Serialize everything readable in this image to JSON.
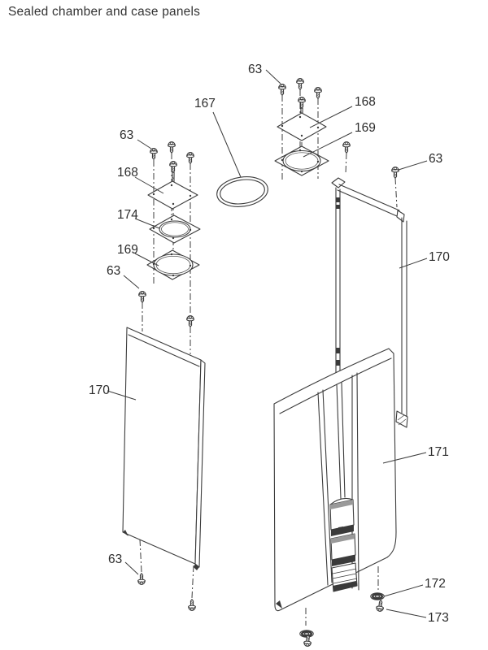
{
  "page": {
    "title": "Sealed chamber and case panels"
  },
  "diagram": {
    "part_refs": [
      "63",
      "167",
      "168",
      "169",
      "170",
      "171",
      "172",
      "173",
      "174"
    ],
    "callouts": {
      "top_right_screws": "63",
      "o_ring": "167",
      "top_right_plate": "168",
      "top_right_flange": "169",
      "right_panel_screw": "63",
      "top_left_screws": "63",
      "top_left_plate": "168",
      "gasket": "174",
      "top_left_flange": "169",
      "left_panel_screw_top": "63",
      "right_side_panel": "170",
      "left_side_panel": "170",
      "front_panel": "171",
      "left_panel_screw_bottom": "63",
      "washer": "172",
      "bottom_screw": "173"
    },
    "colors": {
      "line": "#3c3c3c",
      "label_text": "#2c2c2c",
      "background": "#ffffff"
    }
  }
}
